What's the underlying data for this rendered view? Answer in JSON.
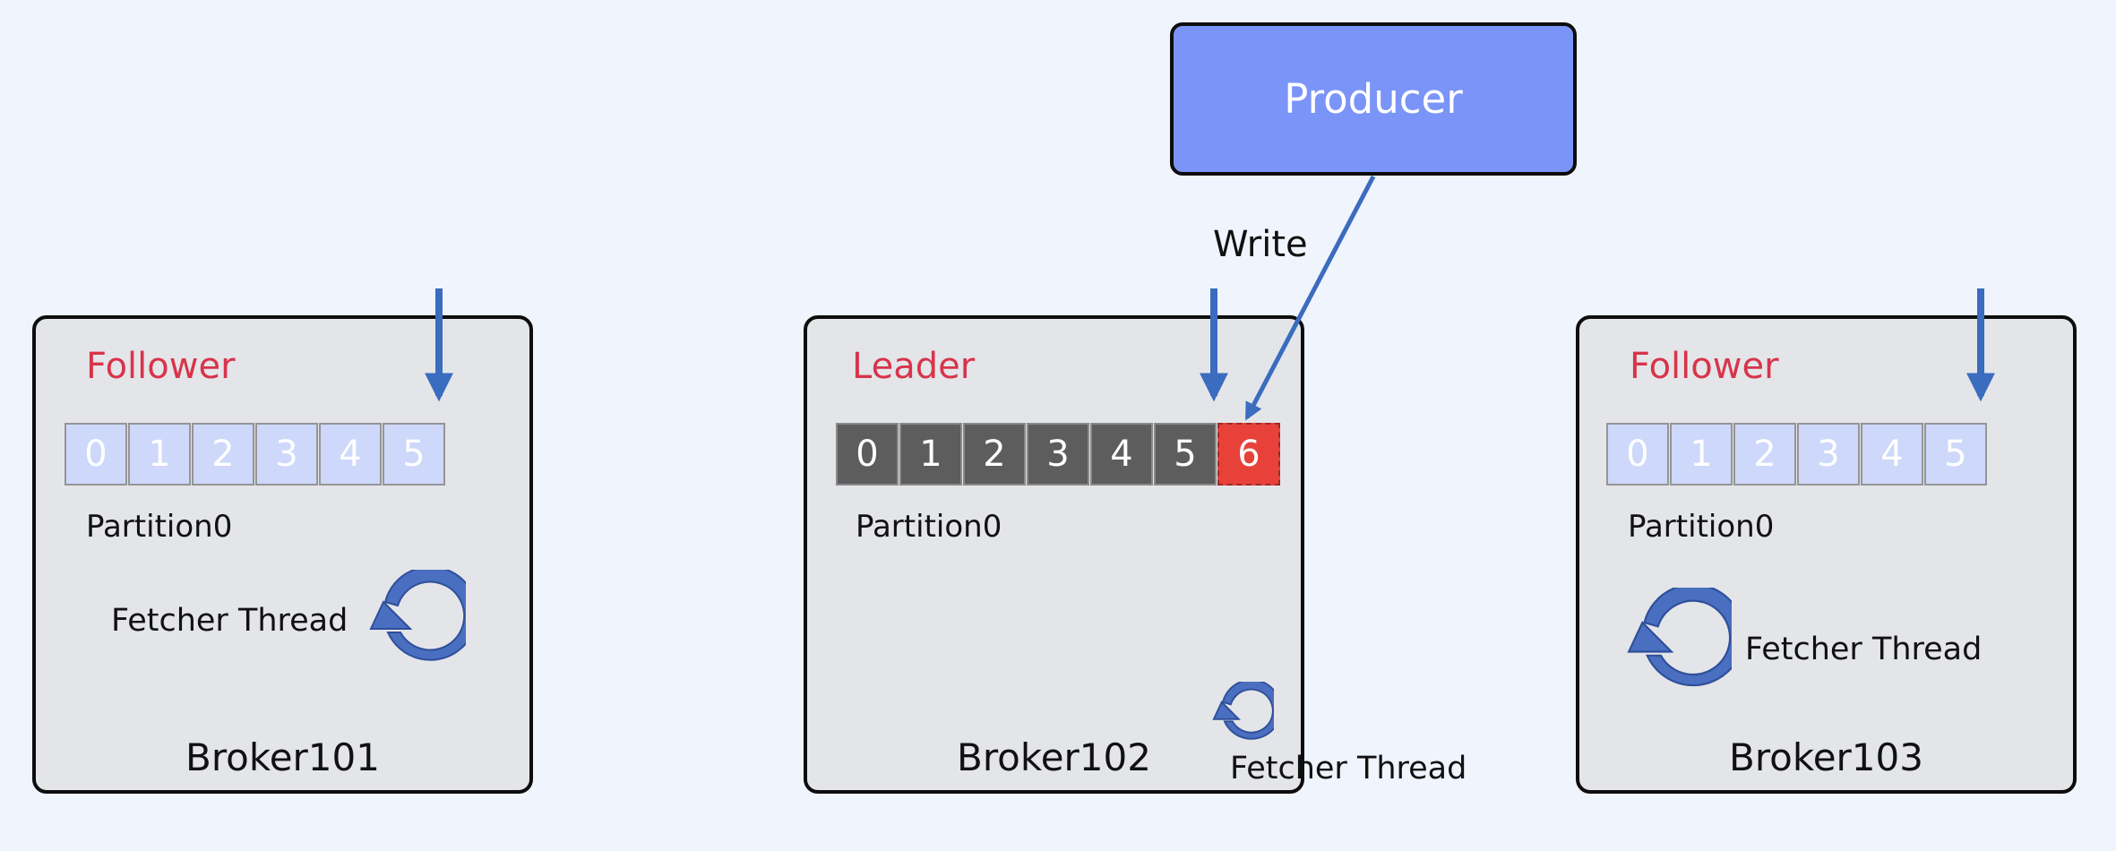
{
  "producer": {
    "label": "Producer"
  },
  "write_label": "Write",
  "brokers": [
    {
      "name": "Broker101",
      "role": "Follower",
      "partition": "Partition0",
      "offsets": [
        "0",
        "1",
        "2",
        "3",
        "4",
        "5"
      ],
      "fetcher_label": "Fetcher Thread"
    },
    {
      "name": "Broker102",
      "role": "Leader",
      "partition": "Partition0",
      "offsets": [
        "0",
        "1",
        "2",
        "3",
        "4",
        "5"
      ],
      "new_offset": "6",
      "fetcher_label": "Fetcher Thread"
    },
    {
      "name": "Broker103",
      "role": "Follower",
      "partition": "Partition0",
      "offsets": [
        "0",
        "1",
        "2",
        "3",
        "4",
        "5"
      ],
      "fetcher_label": "Fetcher Thread"
    }
  ],
  "colors": {
    "background": "#f0f4fc",
    "broker_fill": "#e4e5e9",
    "role_text": "#d8344a",
    "follower_cell": "#cdd8fa",
    "leader_cell": "#5d5d5d",
    "new_cell": "#e8413a",
    "producer_fill": "#7b94f7",
    "arrow": "#3a6cbf",
    "fetch_icon": "#4a6fc0"
  }
}
